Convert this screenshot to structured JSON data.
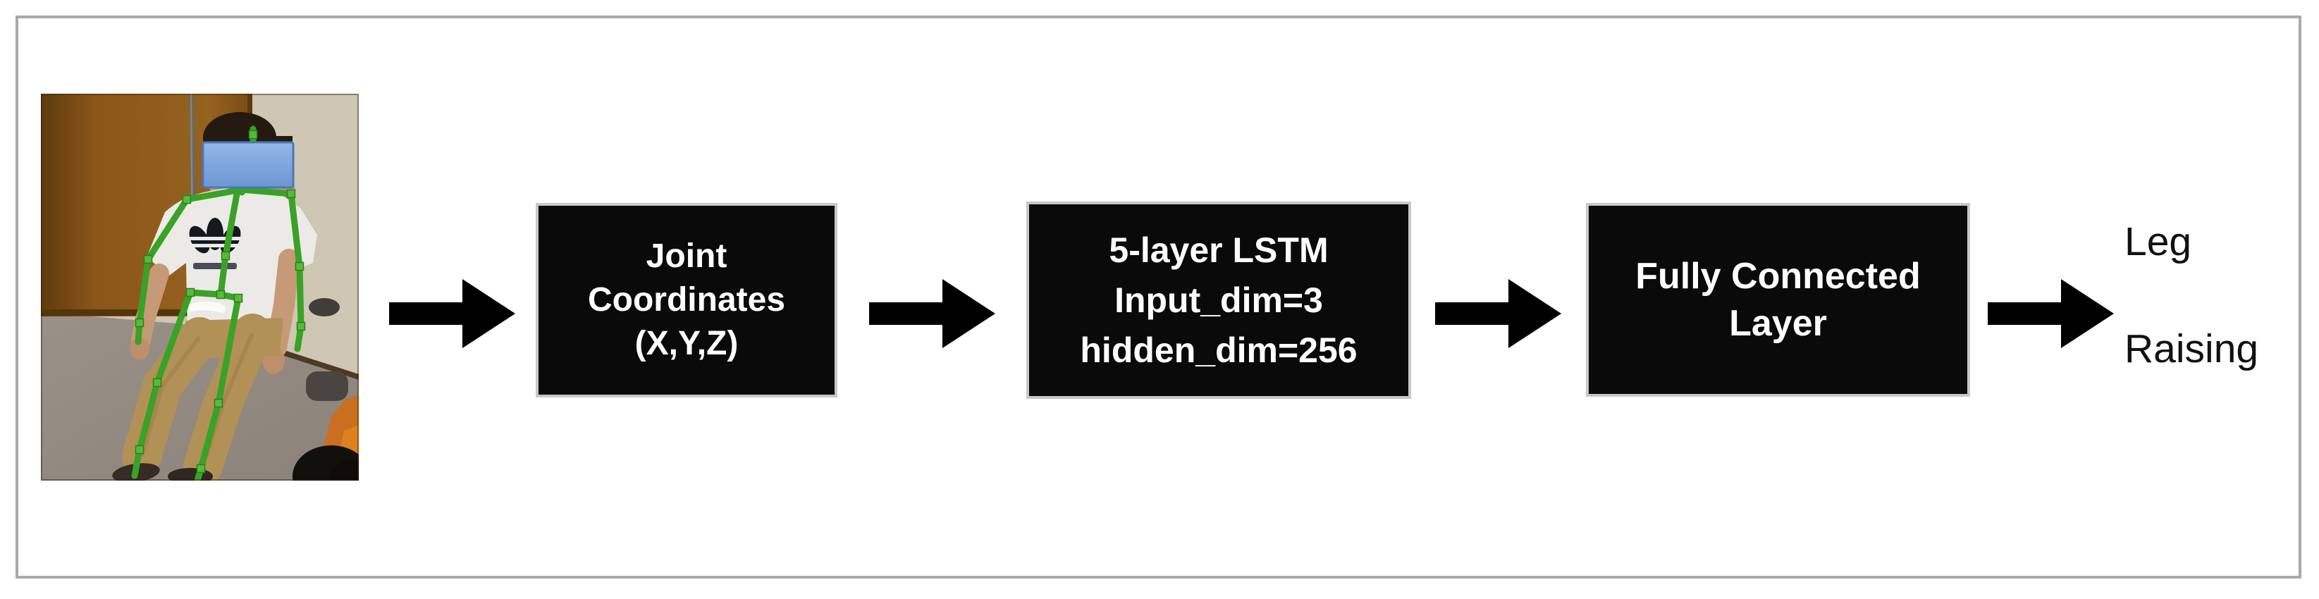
{
  "pipeline": {
    "photo": {
      "alt": "Video frame of a standing person with a green pose-estimation skeleton overlaid; face covered by a blue rectangle"
    },
    "nodes": [
      {
        "id": "joint-coordinates",
        "lines": [
          "Joint",
          "Coordinates",
          "(X,Y,Z)"
        ]
      },
      {
        "id": "lstm",
        "lines": [
          "5-layer LSTM",
          "Input_dim=3",
          "hidden_dim=256"
        ]
      },
      {
        "id": "fully-connected",
        "lines": [
          "Fully Connected",
          "Layer"
        ]
      }
    ],
    "output_label": {
      "lines": [
        "Leg",
        "Raising"
      ]
    },
    "colors": {
      "frame_border": "#a9a9a9",
      "node_background": "#0a0a0a",
      "node_border": "#c8c8c8",
      "node_text": "#ffffff",
      "arrow": "#000000",
      "output_text": "#111111",
      "skeleton": "#3aa226",
      "skeleton_joint": "#55bb3a",
      "face_cover": "#7da7dc"
    }
  }
}
